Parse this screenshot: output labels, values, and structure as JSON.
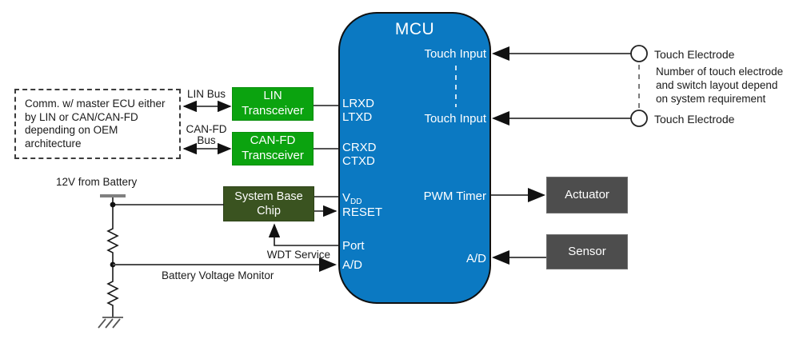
{
  "mcu": {
    "title": "MCU",
    "left_pins": {
      "lrxd": "LRXD",
      "ltxd": "LTXD",
      "crxd": "CRXD",
      "ctxd": "CTXD",
      "vdd_base": "V",
      "vdd_sub": "DD",
      "reset": "RESET",
      "port": "Port",
      "adc": "A/D"
    },
    "right_pins": {
      "touch_input_top": "Touch Input",
      "touch_input_bottom": "Touch Input",
      "pwm_timer": "PWM Timer",
      "adc": "A/D"
    }
  },
  "blocks": {
    "lin_transceiver": {
      "line1": "LIN",
      "line2": "Transceiver"
    },
    "canfd_transceiver": {
      "line1": "CAN-FD",
      "line2": "Transceiver"
    },
    "system_base_chip": {
      "line1": "System Base",
      "line2": "Chip"
    },
    "actuator": {
      "label": "Actuator"
    },
    "sensor": {
      "label": "Sensor"
    }
  },
  "bus_labels": {
    "lin_bus": "LIN Bus",
    "canfd_bus_line1": "CAN-FD",
    "canfd_bus_line2": "Bus"
  },
  "signal_labels": {
    "battery_source": "12V from Battery",
    "wdt_service": "WDT Service",
    "battery_voltage_monitor": "Battery Voltage Monitor"
  },
  "touch": {
    "electrode_top": "Touch Electrode",
    "electrode_bottom": "Touch Electrode",
    "note_lines": [
      "Number of touch electrode",
      "and switch layout depend",
      "on system requirement"
    ]
  },
  "comm_note": {
    "lines": [
      "Comm. w/ master ECU either",
      "by LIN or CAN/CAN-FD",
      "depending on OEM",
      "architecture"
    ]
  },
  "colors": {
    "mcu_fill": "#0b79c2",
    "transceiver_fill": "#0ba30f",
    "sbc_fill": "#3a5320",
    "device_fill": "#4d4d4d",
    "line_gray": "#4d4d4d"
  }
}
